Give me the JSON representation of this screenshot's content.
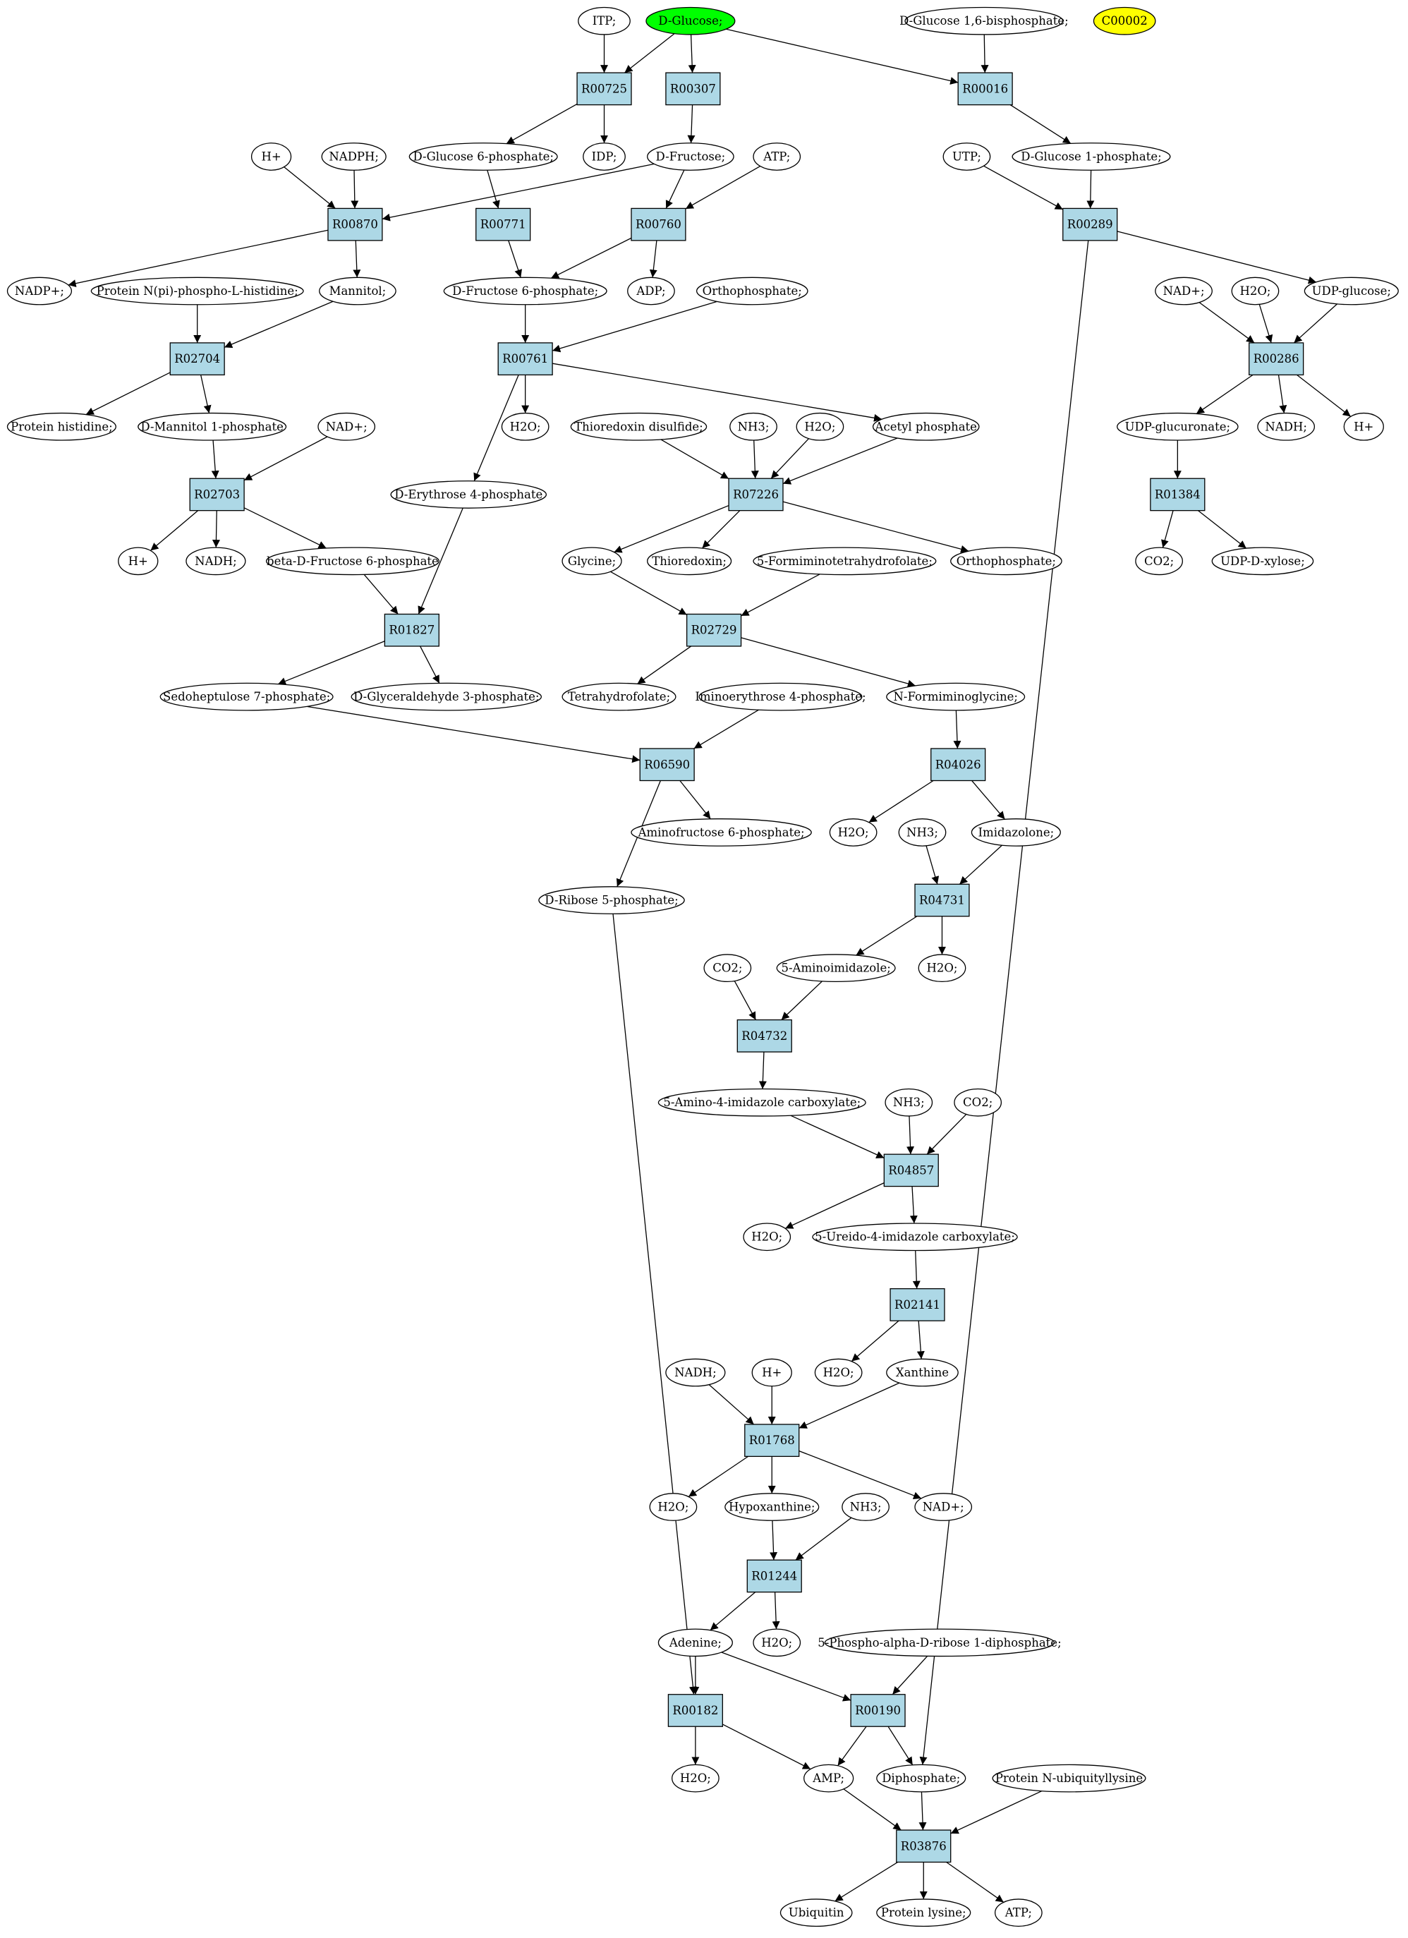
{
  "colors": {
    "reaction_fill": "#add8e6",
    "highlight_green": "#00ff00",
    "highlight_yellow": "#ffff00",
    "compound_fill": "#ffffff",
    "stroke": "#000000"
  },
  "compounds": [
    {
      "id": "itp",
      "label": "ITP;"
    },
    {
      "id": "dglucose",
      "label": "D-Glucose;",
      "fill": "#00ff00"
    },
    {
      "id": "dg16bp",
      "label": "D-Glucose 1,6-bisphosphate;"
    },
    {
      "id": "c00002",
      "label": "C00002",
      "fill": "#ffff00"
    },
    {
      "id": "hplus1",
      "label": "H+"
    },
    {
      "id": "nadph",
      "label": "NADPH;"
    },
    {
      "id": "dg6p",
      "label": "D-Glucose 6-phosphate;"
    },
    {
      "id": "idp",
      "label": "IDP;"
    },
    {
      "id": "dfructose",
      "label": "D-Fructose;"
    },
    {
      "id": "atp1",
      "label": "ATP;"
    },
    {
      "id": "utp",
      "label": "UTP;"
    },
    {
      "id": "dg1p",
      "label": "D-Glucose 1-phosphate;"
    },
    {
      "id": "nadp",
      "label": "NADP+;"
    },
    {
      "id": "protnpi",
      "label": "Protein N(pi)-phospho-L-histidine;"
    },
    {
      "id": "mannitol",
      "label": "Mannitol;"
    },
    {
      "id": "df6p",
      "label": "D-Fructose 6-phosphate;"
    },
    {
      "id": "adp",
      "label": "ADP;"
    },
    {
      "id": "orthop1",
      "label": "Orthophosphate;"
    },
    {
      "id": "nad1",
      "label": "NAD+;"
    },
    {
      "id": "h2o1",
      "label": "H2O;"
    },
    {
      "id": "udpglc",
      "label": "UDP-glucose;"
    },
    {
      "id": "prothis",
      "label": "Protein histidine;"
    },
    {
      "id": "dm1p",
      "label": "D-Mannitol 1-phosphate"
    },
    {
      "id": "nad2",
      "label": "NAD+;"
    },
    {
      "id": "h2o2",
      "label": "H2O;"
    },
    {
      "id": "thiodis",
      "label": "Thioredoxin disulfide;"
    },
    {
      "id": "nh3a",
      "label": "NH3;"
    },
    {
      "id": "h2o3",
      "label": "H2O;"
    },
    {
      "id": "acetylp",
      "label": "Acetyl phosphate"
    },
    {
      "id": "udpglcu",
      "label": "UDP-glucuronate;"
    },
    {
      "id": "nadh1",
      "label": "NADH;"
    },
    {
      "id": "hplus2",
      "label": "H+"
    },
    {
      "id": "de4p",
      "label": "D-Erythrose 4-phosphate"
    },
    {
      "id": "hplus3",
      "label": "H+"
    },
    {
      "id": "nadh2",
      "label": "NADH;"
    },
    {
      "id": "bdf6p",
      "label": "beta-D-Fructose 6-phosphate"
    },
    {
      "id": "glycine",
      "label": "Glycine;"
    },
    {
      "id": "thioredoxin",
      "label": "Thioredoxin;"
    },
    {
      "id": "formthf",
      "label": "5-Formiminotetrahydrofolate;"
    },
    {
      "id": "orthop2",
      "label": "Orthophosphate;"
    },
    {
      "id": "co2a",
      "label": "CO2;"
    },
    {
      "id": "udpxyl",
      "label": "UDP-D-xylose;"
    },
    {
      "id": "sed7p",
      "label": "Sedoheptulose 7-phosphate;"
    },
    {
      "id": "dgap",
      "label": "D-Glyceraldehyde 3-phosphate;"
    },
    {
      "id": "thf",
      "label": "Tetrahydrofolate;"
    },
    {
      "id": "iminoe4p",
      "label": "Iminoerythrose 4-phosphate;"
    },
    {
      "id": "nfgly",
      "label": "N-Formiminoglycine;"
    },
    {
      "id": "aminof6p",
      "label": "Aminofructose 6-phosphate;"
    },
    {
      "id": "h2o4",
      "label": "H2O;"
    },
    {
      "id": "nh3b",
      "label": "NH3;"
    },
    {
      "id": "imidazolone",
      "label": "Imidazolone;"
    },
    {
      "id": "dr5p",
      "label": "D-Ribose 5-phosphate;"
    },
    {
      "id": "co2b",
      "label": "CO2;"
    },
    {
      "id": "aminoimid",
      "label": "5-Aminoimidazole;"
    },
    {
      "id": "h2o5",
      "label": "H2O;"
    },
    {
      "id": "a4icarb",
      "label": "5-Amino-4-imidazole carboxylate;"
    },
    {
      "id": "nh3c",
      "label": "NH3;"
    },
    {
      "id": "co2c",
      "label": "CO2;"
    },
    {
      "id": "h2o6",
      "label": "H2O;"
    },
    {
      "id": "ureido",
      "label": "5-Ureido-4-imidazole carboxylate;"
    },
    {
      "id": "h2o7",
      "label": "H2O;"
    },
    {
      "id": "xanthine",
      "label": "Xanthine"
    },
    {
      "id": "nadh3",
      "label": "NADH;"
    },
    {
      "id": "hplus4",
      "label": "H+"
    },
    {
      "id": "h2o8",
      "label": "H2O;"
    },
    {
      "id": "hypox",
      "label": "Hypoxanthine;"
    },
    {
      "id": "nh3d",
      "label": "NH3;"
    },
    {
      "id": "nad3",
      "label": "NAD+;"
    },
    {
      "id": "adenine",
      "label": "Adenine;"
    },
    {
      "id": "h2o9",
      "label": "H2O;"
    },
    {
      "id": "prpp",
      "label": "5-Phospho-alpha-D-ribose 1-diphosphate;"
    },
    {
      "id": "h2o10",
      "label": "H2O;"
    },
    {
      "id": "amp",
      "label": "AMP;"
    },
    {
      "id": "diphos",
      "label": "Diphosphate;"
    },
    {
      "id": "protnub",
      "label": "Protein N-ubiquityllysine"
    },
    {
      "id": "ubiquitin",
      "label": "Ubiquitin"
    },
    {
      "id": "protlys",
      "label": "Protein lysine;"
    },
    {
      "id": "atp2",
      "label": "ATP;"
    }
  ],
  "reactions": [
    {
      "id": "R00725",
      "label": "R00725"
    },
    {
      "id": "R00307",
      "label": "R00307"
    },
    {
      "id": "R00016",
      "label": "R00016"
    },
    {
      "id": "R00870",
      "label": "R00870"
    },
    {
      "id": "R00771",
      "label": "R00771"
    },
    {
      "id": "R00760",
      "label": "R00760"
    },
    {
      "id": "R00289",
      "label": "R00289"
    },
    {
      "id": "R02704",
      "label": "R02704"
    },
    {
      "id": "R00761",
      "label": "R00761"
    },
    {
      "id": "R00286",
      "label": "R00286"
    },
    {
      "id": "R02703",
      "label": "R02703"
    },
    {
      "id": "R07226",
      "label": "R07226"
    },
    {
      "id": "R01384",
      "label": "R01384"
    },
    {
      "id": "R01827",
      "label": "R01827"
    },
    {
      "id": "R02729",
      "label": "R02729"
    },
    {
      "id": "R06590",
      "label": "R06590"
    },
    {
      "id": "R04026",
      "label": "R04026"
    },
    {
      "id": "R04731",
      "label": "R04731"
    },
    {
      "id": "R04732",
      "label": "R04732"
    },
    {
      "id": "R04857",
      "label": "R04857"
    },
    {
      "id": "R02141",
      "label": "R02141"
    },
    {
      "id": "R01768",
      "label": "R01768"
    },
    {
      "id": "R01244",
      "label": "R01244"
    },
    {
      "id": "R00182",
      "label": "R00182"
    },
    {
      "id": "R00190",
      "label": "R00190"
    },
    {
      "id": "R03876",
      "label": "R03876"
    }
  ],
  "edges": [
    [
      "itp",
      "R00725"
    ],
    [
      "dglucose",
      "R00725"
    ],
    [
      "dglucose",
      "R00307"
    ],
    [
      "dglucose",
      "R00016"
    ],
    [
      "dg16bp",
      "R00016"
    ],
    [
      "R00725",
      "dg6p"
    ],
    [
      "R00725",
      "idp"
    ],
    [
      "R00307",
      "dfructose"
    ],
    [
      "R00016",
      "dg1p"
    ],
    [
      "hplus1",
      "R00870"
    ],
    [
      "nadph",
      "R00870"
    ],
    [
      "dfructose",
      "R00870"
    ],
    [
      "dg6p",
      "R00771"
    ],
    [
      "dfructose",
      "R00760"
    ],
    [
      "atp1",
      "R00760"
    ],
    [
      "utp",
      "R00289"
    ],
    [
      "dg1p",
      "R00289"
    ],
    [
      "R00870",
      "nadp"
    ],
    [
      "R00870",
      "mannitol"
    ],
    [
      "R00771",
      "df6p"
    ],
    [
      "R00760",
      "df6p"
    ],
    [
      "R00760",
      "adp"
    ],
    [
      "R00289",
      "udpglc"
    ],
    [
      "protnpi",
      "R02704"
    ],
    [
      "mannitol",
      "R02704"
    ],
    [
      "df6p",
      "R00761"
    ],
    [
      "orthop1",
      "R00761"
    ],
    [
      "nad1",
      "R00286"
    ],
    [
      "h2o1",
      "R00286"
    ],
    [
      "udpglc",
      "R00286"
    ],
    [
      "R02704",
      "prothis"
    ],
    [
      "R02704",
      "dm1p"
    ],
    [
      "R00761",
      "h2o2"
    ],
    [
      "R00761",
      "acetylp"
    ],
    [
      "R00761",
      "de4p"
    ],
    [
      "R00286",
      "udpglcu"
    ],
    [
      "R00286",
      "nadh1"
    ],
    [
      "R00286",
      "hplus2"
    ],
    [
      "dm1p",
      "R02703"
    ],
    [
      "nad2",
      "R02703"
    ],
    [
      "thiodis",
      "R07226"
    ],
    [
      "nh3a",
      "R07226"
    ],
    [
      "h2o3",
      "R07226"
    ],
    [
      "acetylp",
      "R07226"
    ],
    [
      "udpglcu",
      "R01384"
    ],
    [
      "R02703",
      "hplus3"
    ],
    [
      "R02703",
      "nadh2"
    ],
    [
      "R02703",
      "bdf6p"
    ],
    [
      "R07226",
      "glycine"
    ],
    [
      "R07226",
      "thioredoxin"
    ],
    [
      "R07226",
      "orthop2"
    ],
    [
      "R01384",
      "co2a"
    ],
    [
      "R01384",
      "udpxyl"
    ],
    [
      "bdf6p",
      "R01827"
    ],
    [
      "de4p",
      "R01827"
    ],
    [
      "glycine",
      "R02729"
    ],
    [
      "formthf",
      "R02729"
    ],
    [
      "R01827",
      "sed7p"
    ],
    [
      "R01827",
      "dgap"
    ],
    [
      "R02729",
      "thf"
    ],
    [
      "R02729",
      "nfgly"
    ],
    [
      "sed7p",
      "R06590"
    ],
    [
      "iminoe4p",
      "R06590"
    ],
    [
      "nfgly",
      "R04026"
    ],
    [
      "R06590",
      "aminof6p"
    ],
    [
      "R06590",
      "dr5p"
    ],
    [
      "R04026",
      "h2o4"
    ],
    [
      "R04026",
      "imidazolone"
    ],
    [
      "nh3b",
      "R04731"
    ],
    [
      "imidazolone",
      "R04731"
    ],
    [
      "R04731",
      "aminoimid"
    ],
    [
      "R04731",
      "h2o5"
    ],
    [
      "co2b",
      "R04732"
    ],
    [
      "aminoimid",
      "R04732"
    ],
    [
      "R04732",
      "a4icarb"
    ],
    [
      "a4icarb",
      "R04857"
    ],
    [
      "nh3c",
      "R04857"
    ],
    [
      "co2c",
      "R04857"
    ],
    [
      "R04857",
      "h2o6"
    ],
    [
      "R04857",
      "ureido"
    ],
    [
      "ureido",
      "R02141"
    ],
    [
      "R02141",
      "h2o7"
    ],
    [
      "R02141",
      "xanthine"
    ],
    [
      "nadh3",
      "R01768"
    ],
    [
      "hplus4",
      "R01768"
    ],
    [
      "xanthine",
      "R01768"
    ],
    [
      "R01768",
      "h2o8"
    ],
    [
      "R01768",
      "hypox"
    ],
    [
      "R01768",
      "nad3"
    ],
    [
      "hypox",
      "R01244"
    ],
    [
      "nh3d",
      "R01244"
    ],
    [
      "R01244",
      "adenine"
    ],
    [
      "R01244",
      "h2o9"
    ],
    [
      "adenine",
      "R00182"
    ],
    [
      "dr5p",
      "R00182"
    ],
    [
      "adenine",
      "R00190"
    ],
    [
      "prpp",
      "R00190"
    ],
    [
      "R00182",
      "h2o10"
    ],
    [
      "R00182",
      "amp"
    ],
    [
      "R00190",
      "amp"
    ],
    [
      "R00190",
      "diphos"
    ],
    [
      "R00289",
      "diphos"
    ],
    [
      "amp",
      "R03876"
    ],
    [
      "diphos",
      "R03876"
    ],
    [
      "protnub",
      "R03876"
    ],
    [
      "R03876",
      "ubiquitin"
    ],
    [
      "R03876",
      "protlys"
    ],
    [
      "R03876",
      "atp2"
    ]
  ]
}
